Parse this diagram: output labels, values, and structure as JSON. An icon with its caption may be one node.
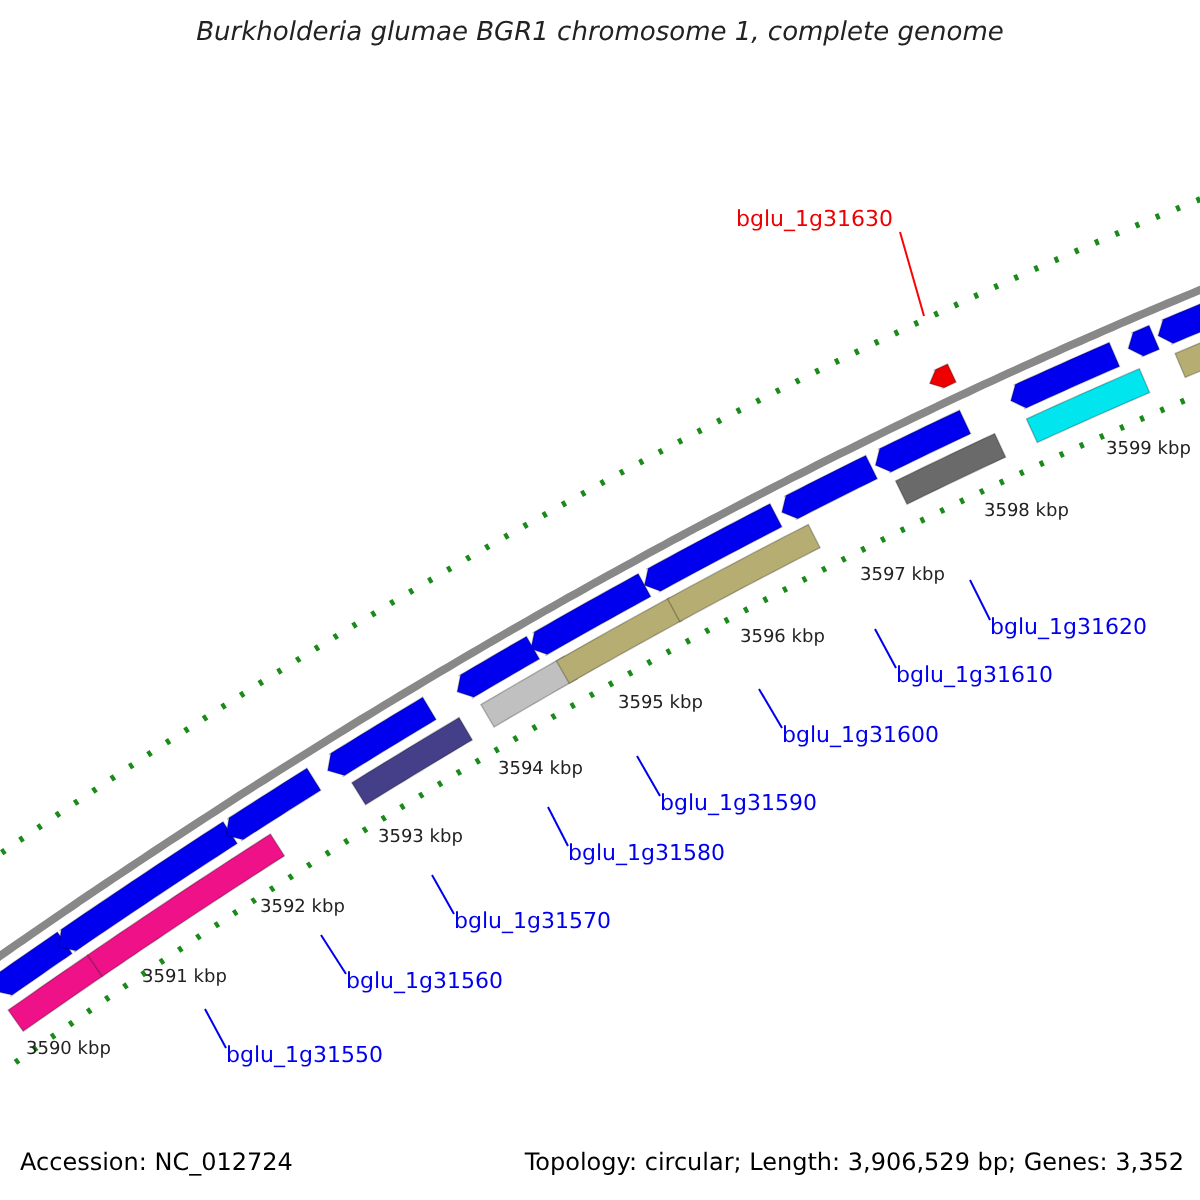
{
  "diagram": {
    "title": "Burkholderia glumae BGR1 chromosome 1, complete genome",
    "nodes": [
      {
        "text": [
          "bglu_1g31630"
        ]
      },
      {
        "text": [
          "bglu_1g31620"
        ]
      },
      {
        "text": [
          "bglu_1g31610"
        ]
      },
      {
        "text": [
          "bglu_1g31600"
        ]
      },
      {
        "text": [
          "bglu_1g31590"
        ]
      },
      {
        "text": [
          "bglu_1g31580"
        ]
      },
      {
        "text": [
          "bglu_1g31570"
        ]
      },
      {
        "text": [
          "bglu_1g31560"
        ]
      },
      {
        "text": [
          "bglu_1g31550"
        ]
      }
    ],
    "edges": [
      {
        "from": 0,
        "to": null,
        "arrow": "none",
        "color": "#ff0000"
      },
      {
        "from": 1,
        "to": null,
        "arrow": "none"
      },
      {
        "from": 2,
        "to": null,
        "arrow": "none"
      },
      {
        "from": 3,
        "to": null,
        "arrow": "none"
      },
      {
        "from": 4,
        "to": null,
        "arrow": "none"
      },
      {
        "from": 5,
        "to": null,
        "arrow": "none"
      },
      {
        "from": 6,
        "to": null,
        "arrow": "none"
      },
      {
        "from": 7,
        "to": null,
        "arrow": "none"
      },
      {
        "from": 8,
        "to": null,
        "arrow": "none"
      }
    ],
    "labels": [
      "3599 kbp",
      "3598 kbp",
      "3597 kbp",
      "3596 kbp",
      "3595 kbp",
      "3594 kbp",
      "3593 kbp",
      "3592 kbp",
      "3591 kbp",
      "3590 kbp",
      "Accession: NC_012724",
      "Topology: circular; Length: 3,906,529 bp; Genes: 3,352"
    ]
  }
}
